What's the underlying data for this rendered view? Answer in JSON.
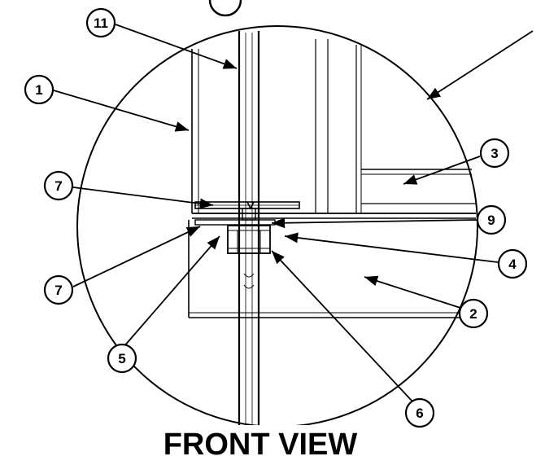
{
  "callouts": [
    {
      "id": "1",
      "label": "1"
    },
    {
      "id": "2",
      "label": "2"
    },
    {
      "id": "3",
      "label": "3"
    },
    {
      "id": "4",
      "label": "4"
    },
    {
      "id": "5",
      "label": "5"
    },
    {
      "id": "6",
      "label": "6"
    },
    {
      "id": "7a",
      "label": "7"
    },
    {
      "id": "7b",
      "label": "7"
    },
    {
      "id": "9",
      "label": "9"
    },
    {
      "id": "11",
      "label": "11"
    }
  ],
  "view_title": "FRONT VIEW"
}
